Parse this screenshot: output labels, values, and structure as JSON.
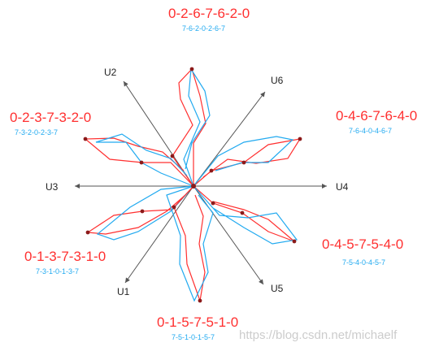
{
  "axes": {
    "u1": "U1",
    "u2": "U2",
    "u3": "U3",
    "u4": "U4",
    "u5": "U5",
    "u6": "U6"
  },
  "sequences": {
    "top": {
      "main": "0-2-6-7-6-2-0",
      "sub": "7-6-2-0-2-6-7"
    },
    "upper_left": {
      "main": "0-2-3-7-3-2-0",
      "sub": "7-3-2-0-2-3-7"
    },
    "upper_right": {
      "main": "0-4-6-7-6-4-0",
      "sub": "7-6-4-0-4-6-7"
    },
    "lower_left": {
      "main": "0-1-3-7-3-1-0",
      "sub": "7-3-1-0-1-3-7"
    },
    "lower_right": {
      "main": "0-4-5-7-5-4-0",
      "sub": "7-5-4-0-4-5-7"
    },
    "bottom": {
      "main": "0-1-5-7-5-1-0",
      "sub": "7-5-1-0-1-5-7"
    }
  },
  "watermark": "https://blog.csdn.net/michaelf",
  "colors": {
    "main": "#ff3030",
    "sub": "#22aaf0",
    "axis": "#555555",
    "node": "#8b1a1a"
  }
}
